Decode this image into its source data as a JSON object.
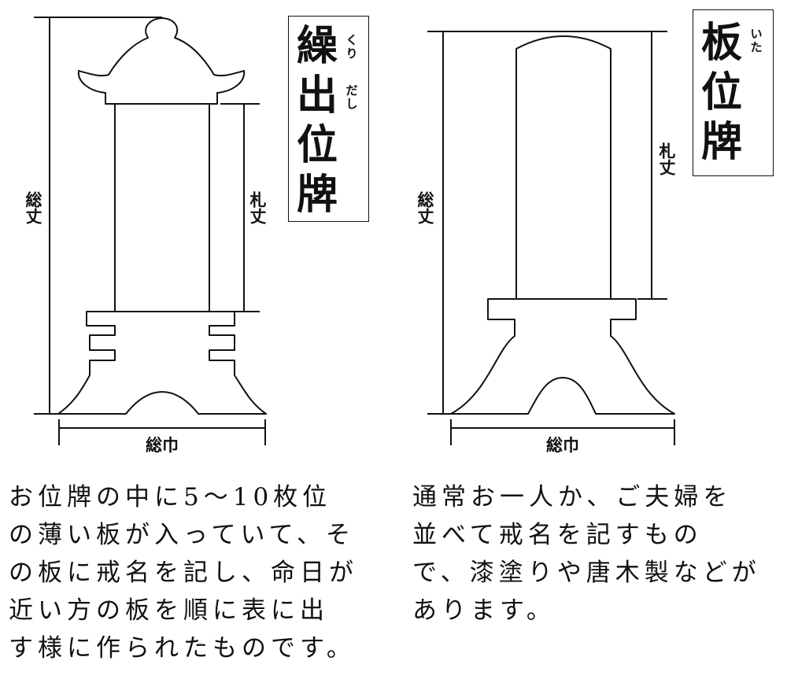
{
  "left": {
    "title_chars": [
      "繰",
      "出",
      "位",
      "牌"
    ],
    "ruby_kuri": [
      "く",
      "り"
    ],
    "ruby_dashi": [
      "だ",
      "し"
    ],
    "total_height_label": "総丈",
    "plate_height_label": "札丈",
    "total_width_label": "総巾",
    "description_lines": [
      "お位牌の中に5〜10枚位",
      "の薄い板が入っていて、そ",
      "の板に戒名を記し、命日が",
      "近い方の板を順に表に出",
      "す様に作られたものです。"
    ]
  },
  "right": {
    "title_chars": [
      "板",
      "位",
      "牌"
    ],
    "ruby_ita": [
      "い",
      "た"
    ],
    "total_height_label": "総丈",
    "plate_height_label": "札丈",
    "total_width_label": "総巾",
    "description_lines": [
      "通常お一人か、ご夫婦を",
      "並べて戒名を記すもの",
      "で、漆塗りや唐木製などが",
      "あります。"
    ]
  }
}
